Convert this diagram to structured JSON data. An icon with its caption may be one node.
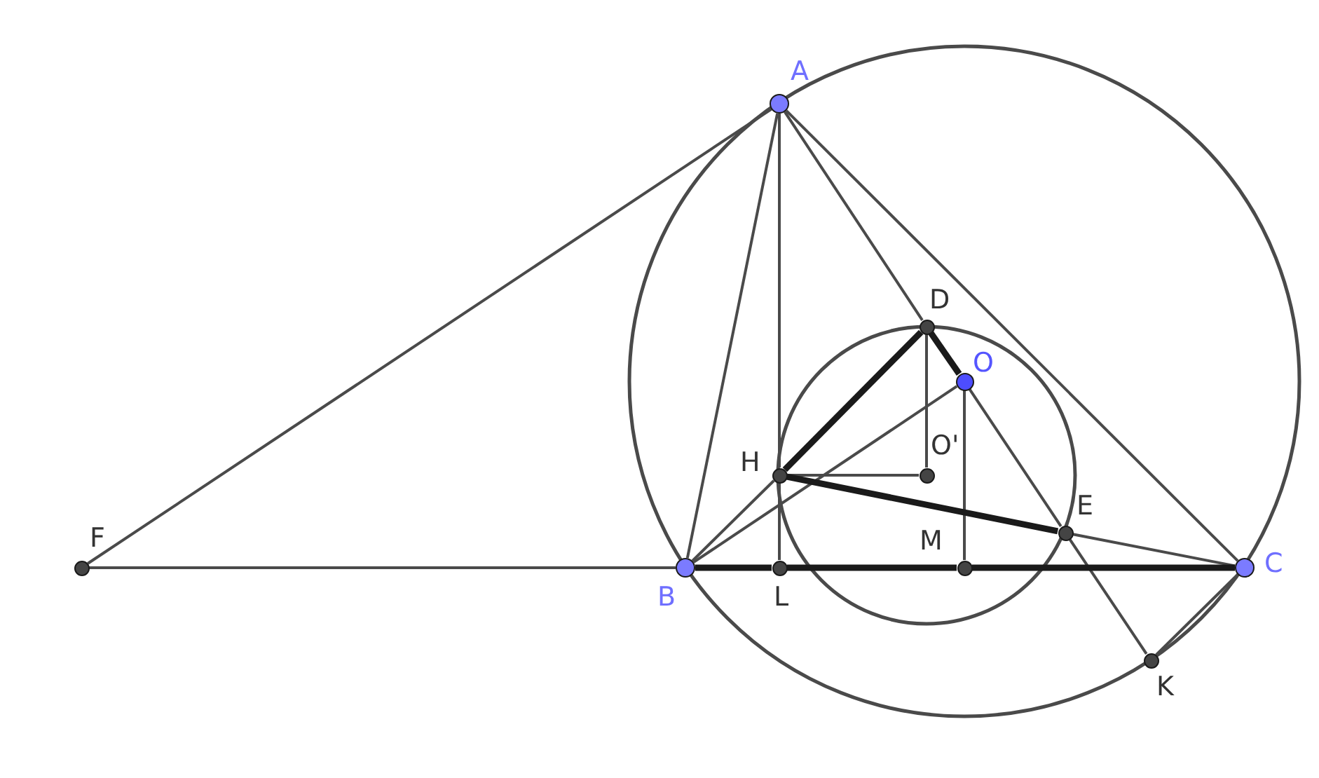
{
  "diagram": {
    "nodes": [
      {
        "text": [
          "A"
        ]
      },
      {
        "text": [
          "D"
        ]
      },
      {
        "text": [
          "O"
        ]
      },
      {
        "text": [
          "H"
        ]
      },
      {
        "text": [
          "O'"
        ]
      },
      {
        "text": [
          "F"
        ]
      },
      {
        "text": [
          "E"
        ]
      },
      {
        "text": [
          "M"
        ]
      },
      {
        "text": [
          "C"
        ]
      },
      {
        "text": [
          "B"
        ]
      },
      {
        "text": [
          "L"
        ]
      },
      {
        "text": [
          "K"
        ]
      }
    ],
    "edges": [
      {
        "from": 5,
        "to": 0,
        "arrow": "none"
      },
      {
        "from": 5,
        "to": 9,
        "arrow": "none"
      },
      {
        "from": 0,
        "to": 9,
        "arrow": "none"
      },
      {
        "from": 0,
        "to": 3,
        "arrow": "none"
      },
      {
        "from": 3,
        "to": 10,
        "arrow": "none"
      },
      {
        "from": 0,
        "to": 1,
        "arrow": "none"
      },
      {
        "from": 1,
        "to": 2,
        "arrow": "none",
        "style": "thick",
        "color": "#1a1a1a"
      },
      {
        "from": 2,
        "to": 6,
        "arrow": "none"
      },
      {
        "from": 6,
        "to": 11,
        "arrow": "none"
      },
      {
        "from": 0,
        "to": 8,
        "arrow": "none"
      },
      {
        "from": 3,
        "to": 1,
        "arrow": "none",
        "style": "thick",
        "color": "#1a1a1a"
      },
      {
        "from": 1,
        "to": 4,
        "arrow": "none"
      },
      {
        "from": 3,
        "to": 4,
        "arrow": "none"
      },
      {
        "from": 2,
        "to": 7,
        "arrow": "none"
      },
      {
        "from": 9,
        "to": 2,
        "arrow": "none"
      },
      {
        "from": 9,
        "to": 3,
        "arrow": "none"
      },
      {
        "from": 3,
        "to": 6,
        "arrow": "none",
        "style": "thick",
        "color": "#1a1a1a"
      },
      {
        "from": 6,
        "to": 8,
        "arrow": "none"
      },
      {
        "from": 9,
        "to": 10,
        "arrow": "none",
        "style": "thick",
        "color": "#1a1a1a"
      },
      {
        "from": 10,
        "to": 7,
        "arrow": "none",
        "style": "thick",
        "color": "#1a1a1a"
      },
      {
        "from": 7,
        "to": 8,
        "arrow": "none",
        "style": "thick",
        "color": "#1a1a1a"
      },
      {
        "from": 11,
        "to": 8,
        "arrow": "none"
      }
    ]
  }
}
